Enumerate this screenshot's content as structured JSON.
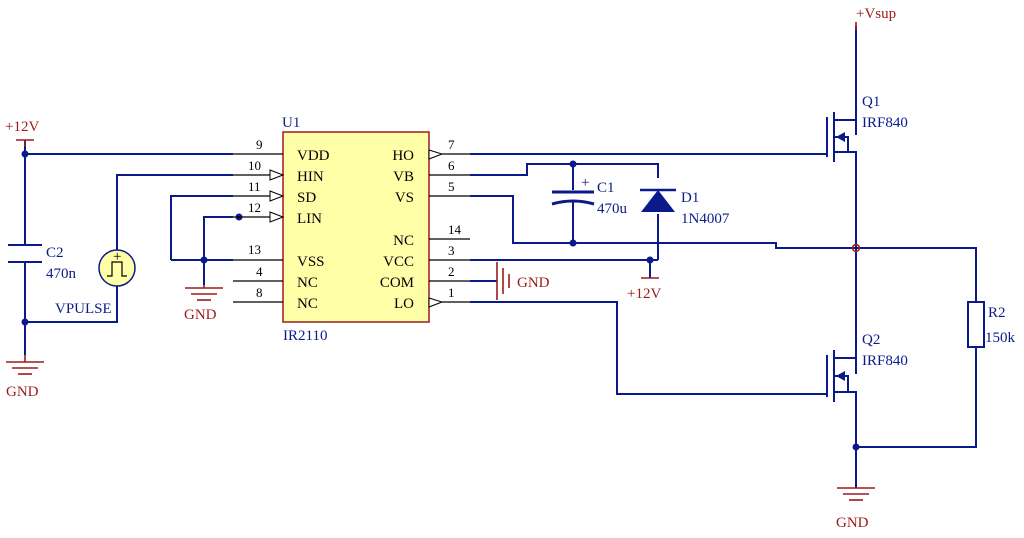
{
  "ic": {
    "designator": "U1",
    "part": "IR2110",
    "fill_color": "#ffffa8",
    "left_pins": [
      {
        "num": "9",
        "name": "VDD"
      },
      {
        "num": "10",
        "name": "HIN"
      },
      {
        "num": "11",
        "name": "SD"
      },
      {
        "num": "12",
        "name": "LIN"
      },
      {
        "num": "13",
        "name": "VSS"
      },
      {
        "num": "4",
        "name": "NC"
      },
      {
        "num": "8",
        "name": "NC"
      }
    ],
    "right_pins": [
      {
        "num": "7",
        "name": "HO"
      },
      {
        "num": "6",
        "name": "VB"
      },
      {
        "num": "5",
        "name": "VS"
      },
      {
        "num": "14",
        "name": "NC"
      },
      {
        "num": "3",
        "name": "VCC"
      },
      {
        "num": "2",
        "name": "COM"
      },
      {
        "num": "1",
        "name": "LO"
      }
    ]
  },
  "power": {
    "vsup": "+Vsup",
    "v12_left": "+12V",
    "v12_right": "+12V",
    "gnd": "GND"
  },
  "components": {
    "c2": {
      "ref": "C2",
      "value": "470n"
    },
    "c1": {
      "ref": "C1",
      "value": "470u",
      "polarity": "+"
    },
    "d1": {
      "ref": "D1",
      "value": "1N4007"
    },
    "q1": {
      "ref": "Q1",
      "value": "IRF840"
    },
    "q2": {
      "ref": "Q2",
      "value": "IRF840"
    },
    "r2": {
      "ref": "R2",
      "value": "150k"
    },
    "vpulse": {
      "ref": "VPULSE",
      "polarity": "+"
    }
  },
  "colors": {
    "wire": "#0b1a8a",
    "power_symbol": "#9b1b1b",
    "component": "#0b1a8a",
    "source_fill": "#ffffa8"
  }
}
